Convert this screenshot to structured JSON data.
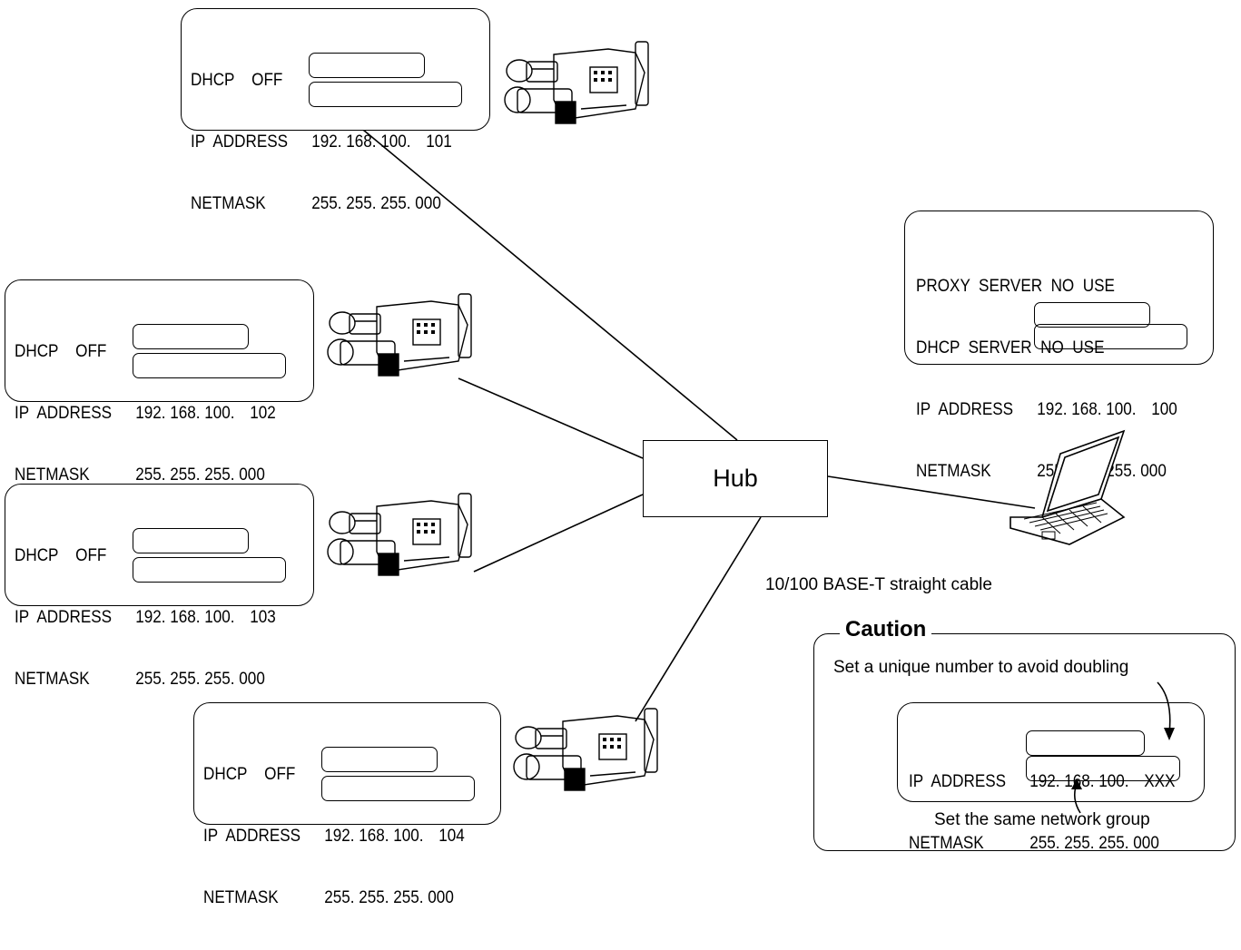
{
  "hub": {
    "label": "Hub"
  },
  "cable_label": "10/100 BASE-T straight cable",
  "cameras": [
    {
      "dhcp": "DHCP    OFF",
      "ip_label": "IP  ADDRESS",
      "ip_prefix": "192. 168. 100.",
      "ip_suffix": "101",
      "mask_label": "NETMASK",
      "mask": "255. 255. 255. 000"
    },
    {
      "dhcp": "DHCP    OFF",
      "ip_label": "IP  ADDRESS",
      "ip_prefix": "192. 168. 100.",
      "ip_suffix": "102",
      "mask_label": "NETMASK",
      "mask": "255. 255. 255. 000"
    },
    {
      "dhcp": "DHCP    OFF",
      "ip_label": "IP  ADDRESS",
      "ip_prefix": "192. 168. 100.",
      "ip_suffix": "103",
      "mask_label": "NETMASK",
      "mask": "255. 255. 255. 000"
    },
    {
      "dhcp": "DHCP    OFF",
      "ip_label": "IP  ADDRESS",
      "ip_prefix": "192. 168. 100.",
      "ip_suffix": "104",
      "mask_label": "NETMASK",
      "mask": "255. 255. 255. 000"
    }
  ],
  "pc": {
    "proxy": "PROXY  SERVER  NO  USE",
    "dhcp": "DHCP  SERVER  NO  USE",
    "ip_label": "IP  ADDRESS",
    "ip_prefix": "192. 168. 100.",
    "ip_suffix": "100",
    "mask_label": "NETMASK",
    "mask": "255. 255. 255. 000"
  },
  "caution": {
    "title": "Caution",
    "unique_note": "Set a unique number to avoid doubling",
    "ip_label": "IP  ADDRESS",
    "ip_prefix": "192. 168. 100.",
    "ip_suffix": "XXX",
    "mask_label": "NETMASK",
    "mask": "255. 255. 255. 000",
    "group_note": "Set the same network group"
  }
}
